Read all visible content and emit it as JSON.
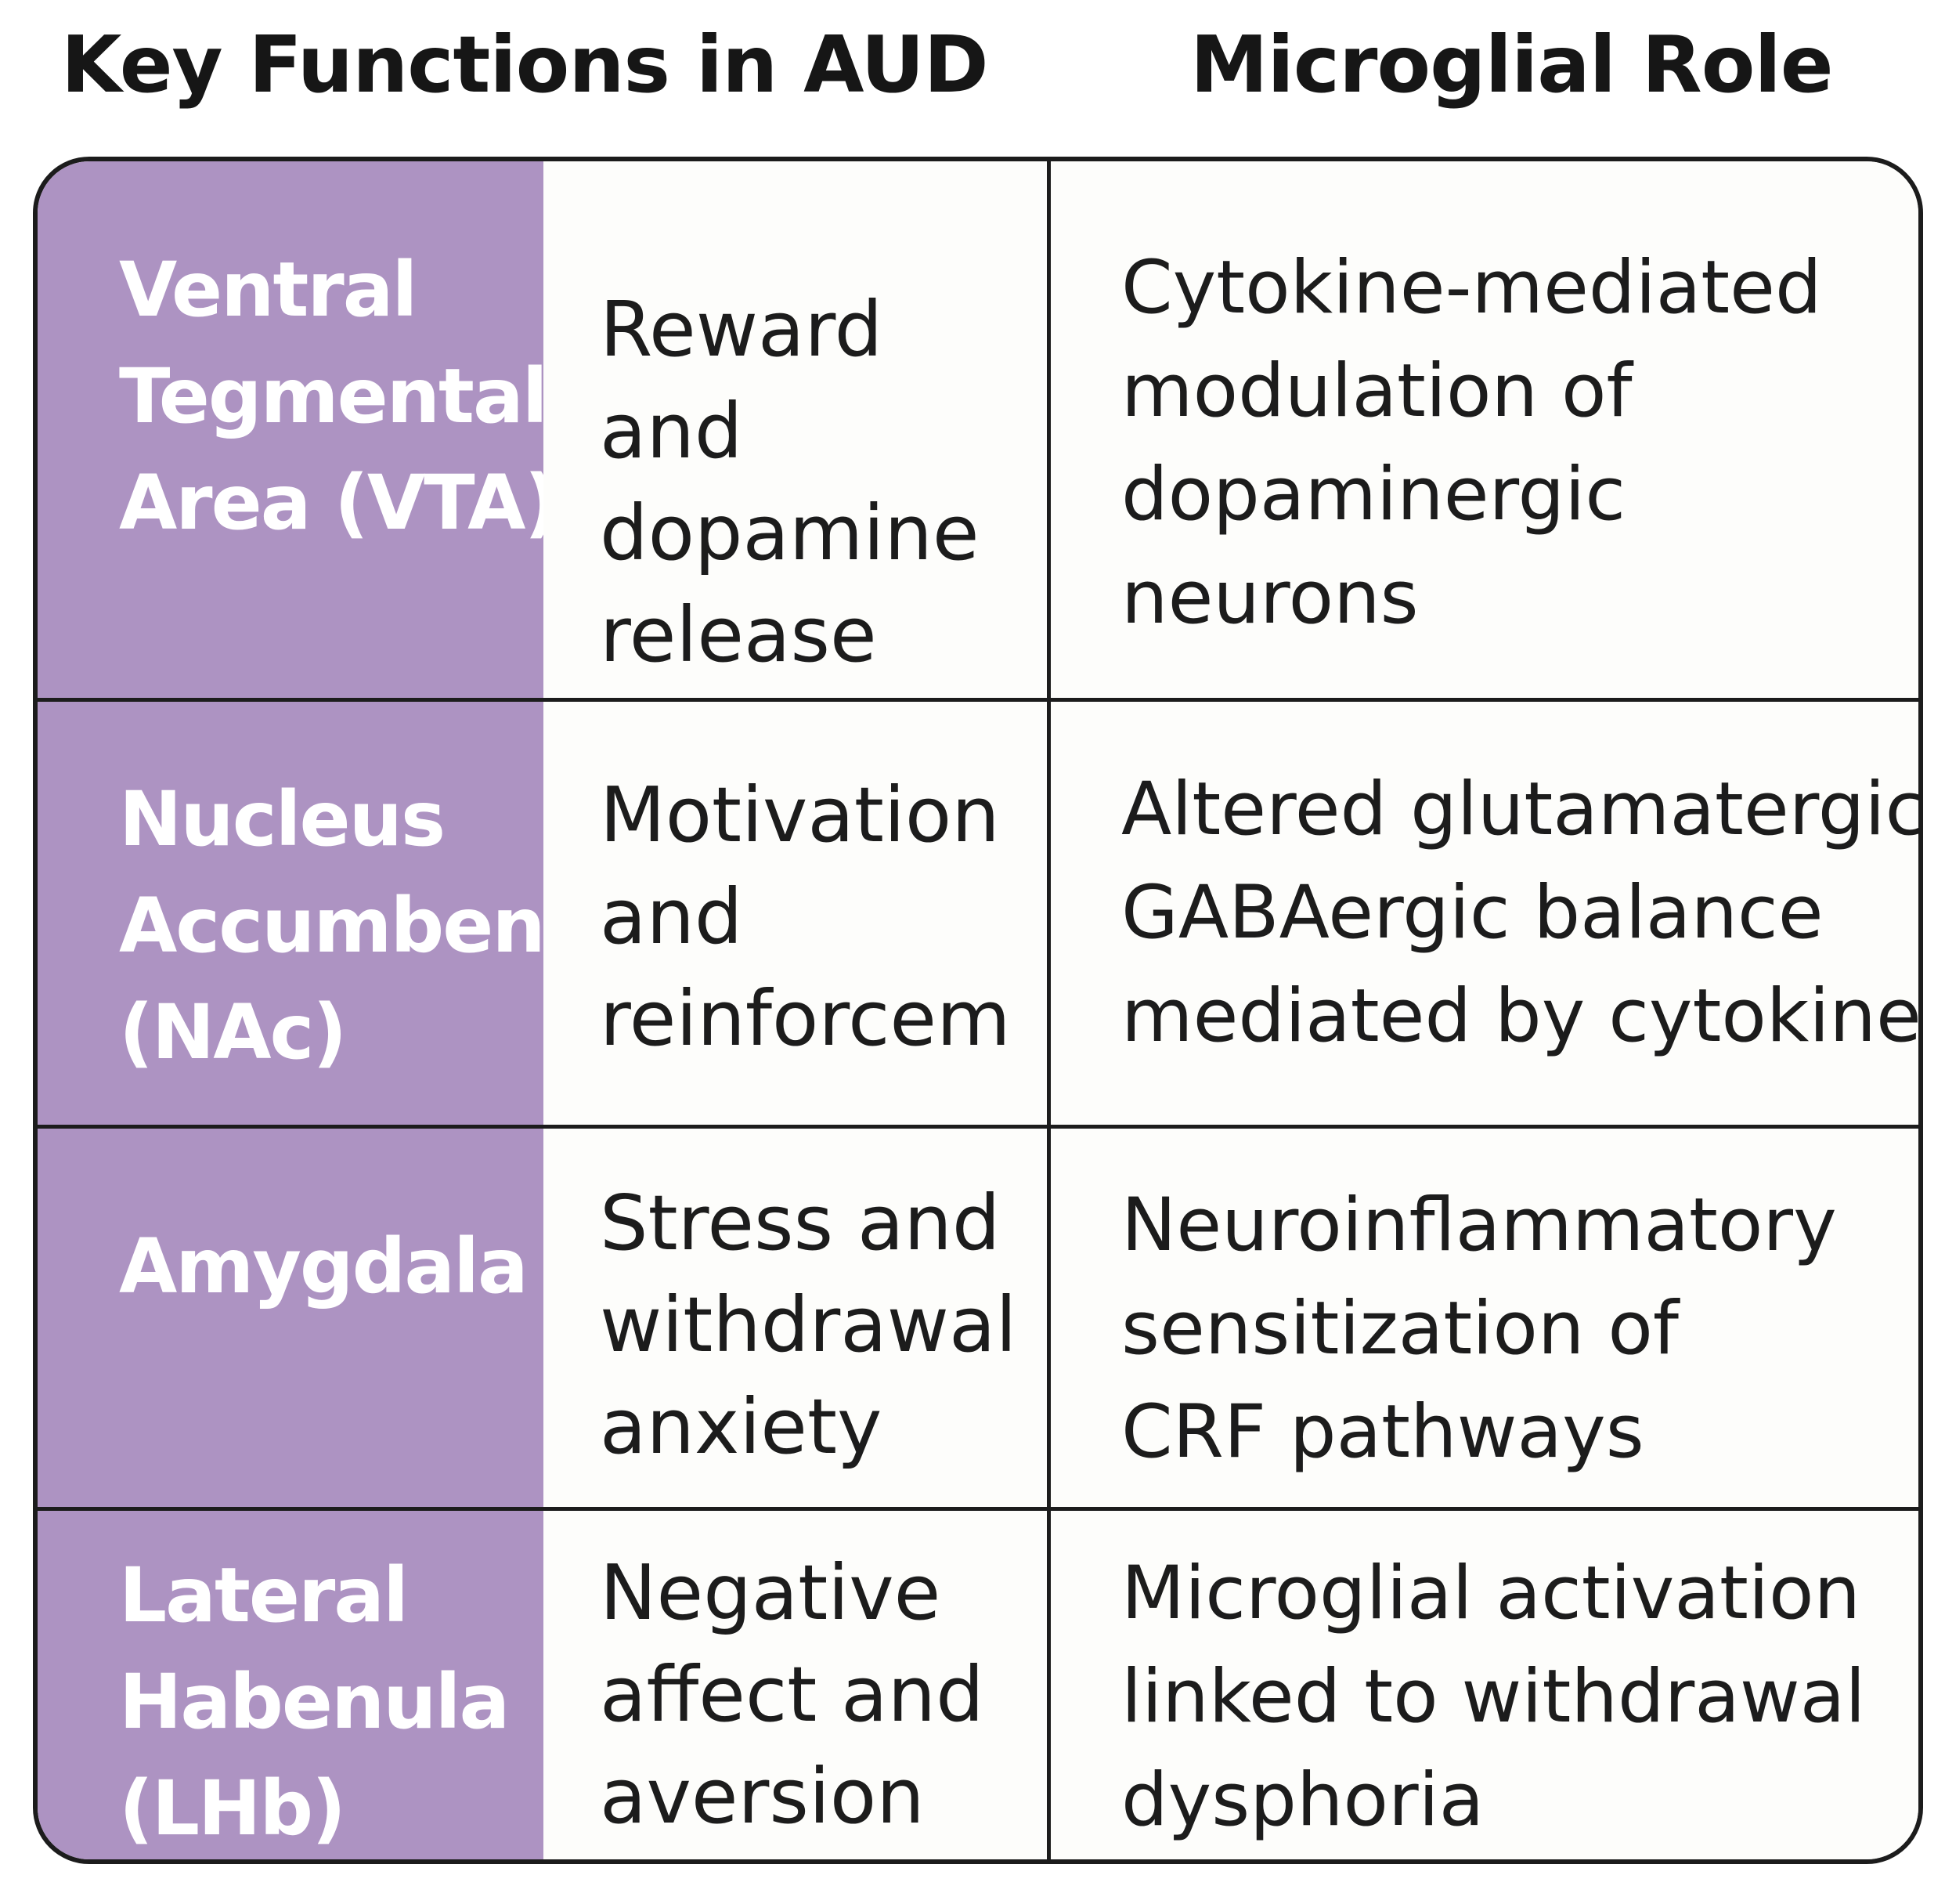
{
  "headers": {
    "key_functions": "Key Functions in AUD",
    "microglial_role": "Microglial Role"
  },
  "rows": [
    {
      "region": [
        "Ventral",
        "Tegmental",
        "Area (VTA)"
      ],
      "function": [
        "Reward",
        "and",
        "dopamine",
        "release"
      ],
      "role": [
        "Cytokine-mediated",
        "modulation of",
        "dopaminergic",
        "neurons"
      ]
    },
    {
      "region": [
        "Nucleus",
        "Accumbens",
        "(NAc)"
      ],
      "function": [
        "Motivation",
        "and",
        "reinforcem"
      ],
      "role": [
        "Altered glutamatergic",
        "GABAergic balance",
        "mediated by cytokines"
      ]
    },
    {
      "region": [
        "Amygdala"
      ],
      "function": [
        "Stress and",
        "withdrawal",
        "anxiety"
      ],
      "role": [
        "Neuroinflammatory",
        "sensitization of",
        "CRF pathways"
      ]
    },
    {
      "region": [
        "Lateral",
        "Habenula",
        "(LHb)"
      ],
      "function": [
        "Negative",
        "affect and",
        "aversion"
      ],
      "role": [
        "Microglial activation",
        "linked to withdrawal",
        "dysphoria"
      ]
    }
  ],
  "colors": {
    "region_fill": "#ad93c2",
    "region_text": "#ffffff",
    "border": "#1c1c1c",
    "cell_fill": "#fdfdfb"
  }
}
